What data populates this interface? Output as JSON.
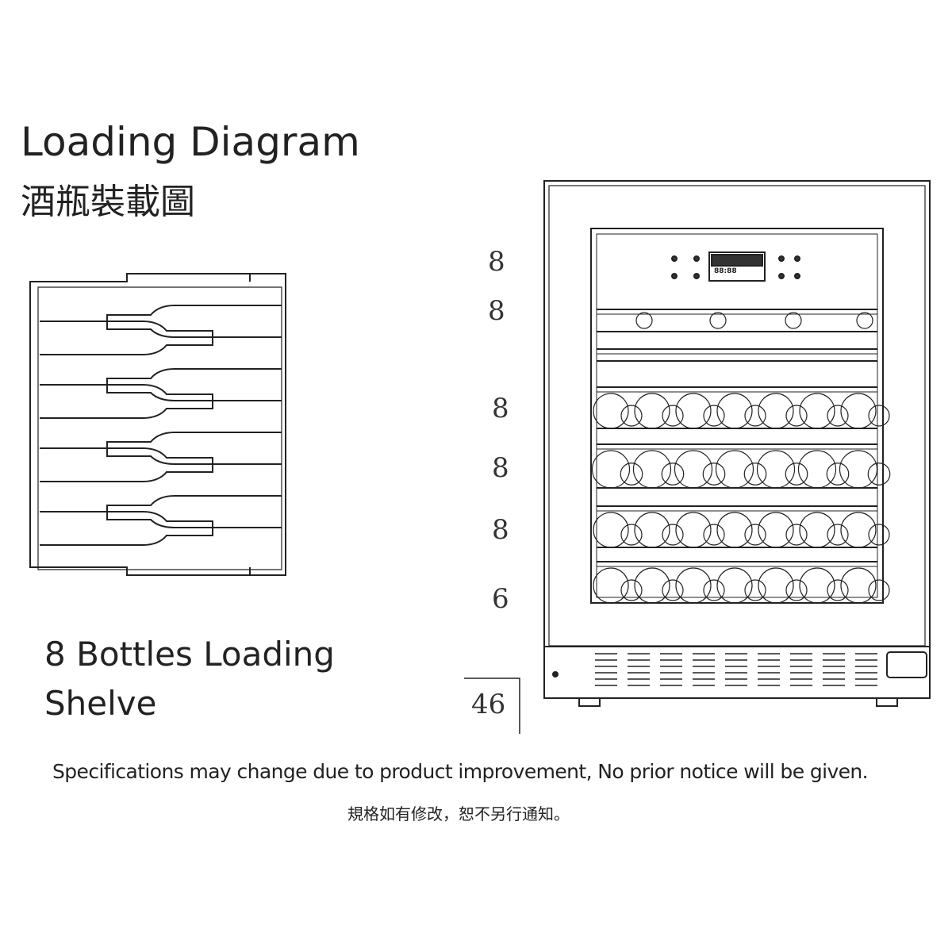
{
  "title": "Loading Diagram",
  "title_zh": "酒瓶裝載圖",
  "caption_line1": "8 Bottles Loading",
  "caption_line2": "Shelve",
  "shelf_counts": [
    "8",
    "8",
    "8",
    "8",
    "8",
    "6"
  ],
  "total": "46",
  "display_text": "88:88",
  "footer": "Specifications may change due to product improvement, No prior notice will be given.",
  "footer_zh": "規格如有修改，恕不另行通知。"
}
